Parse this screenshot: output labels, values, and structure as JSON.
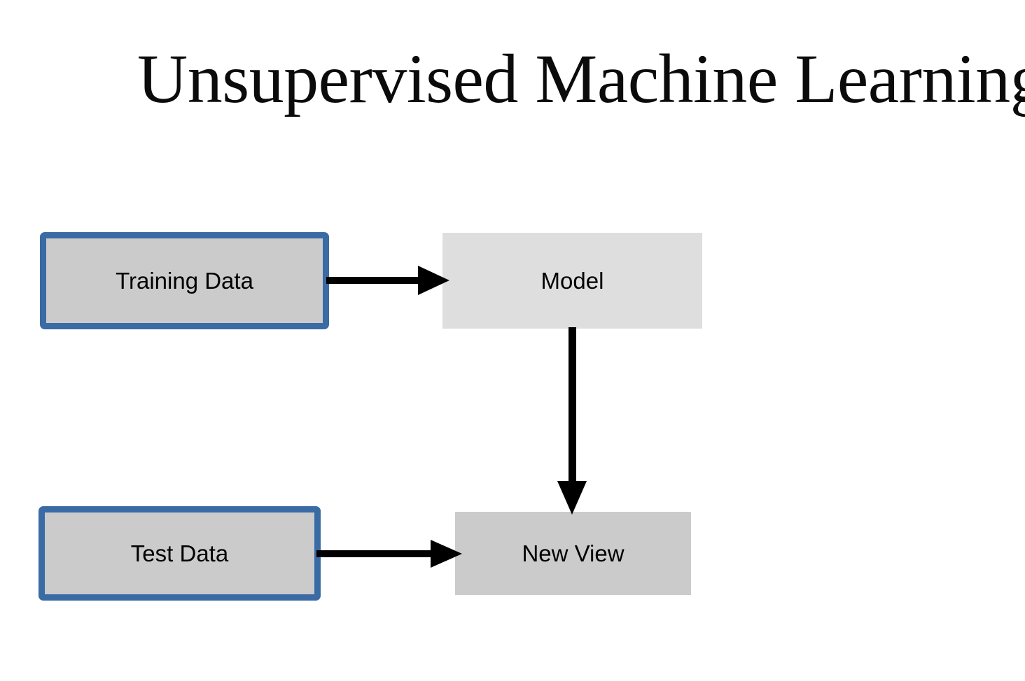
{
  "slide": {
    "title": "Unsupervised Machine Learning",
    "background_color": "#ffffff"
  },
  "colors": {
    "frame_blue": "#3a6ba5",
    "data_box_fill": "#cbcbcb",
    "model_box_fill": "#dedede",
    "arrow_black": "#000000",
    "text_black": "#000000"
  },
  "diagram": {
    "type": "flowchart",
    "nodes": [
      {
        "id": "training-data",
        "label": "Training Data",
        "style": "framed",
        "fill": "#cbcbcb",
        "border_color": "#3a6ba5"
      },
      {
        "id": "model",
        "label": "Model",
        "style": "plain",
        "fill": "#dedede",
        "border_color": "none"
      },
      {
        "id": "test-data",
        "label": "Test Data",
        "style": "framed",
        "fill": "#cbcbcb",
        "border_color": "#3a6ba5"
      },
      {
        "id": "new-view",
        "label": "New View",
        "style": "plain",
        "fill": "#cbcbcb",
        "border_color": "none"
      }
    ],
    "edges": [
      {
        "id": "training-to-model",
        "from": "training-data",
        "to": "model",
        "direction": "right",
        "label": ""
      },
      {
        "id": "test-to-newview",
        "from": "test-data",
        "to": "new-view",
        "direction": "right",
        "label": ""
      },
      {
        "id": "model-to-newview",
        "from": "model",
        "to": "new-view",
        "direction": "down",
        "label": ""
      }
    ]
  }
}
